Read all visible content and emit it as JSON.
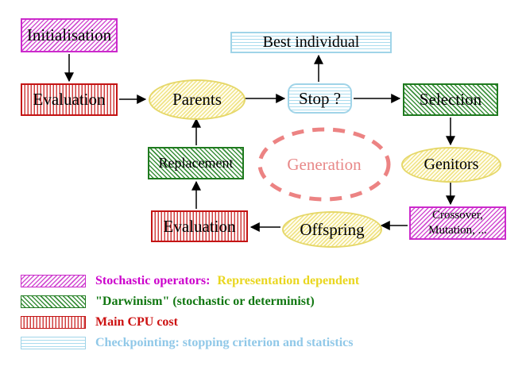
{
  "diagram": {
    "title_semantics": "Evolutionary algorithm generation loop",
    "nodes": {
      "initialisation": {
        "label": "Initialisation"
      },
      "evaluation_top": {
        "label": "Evaluation"
      },
      "parents": {
        "label": "Parents"
      },
      "best_individual": {
        "label": "Best individual"
      },
      "stop": {
        "label": "Stop ?"
      },
      "selection": {
        "label": "Selection"
      },
      "genitors": {
        "label": "Genitors"
      },
      "crossover_mutation": {
        "line1": "Crossover,",
        "line2": "Mutation, ..."
      },
      "offspring": {
        "label": "Offspring"
      },
      "evaluation_bottom": {
        "label": "Evaluation"
      },
      "replacement": {
        "label": "Replacement"
      },
      "generation": {
        "label": "Generation"
      }
    },
    "colors": {
      "magenta": "#cc2acc",
      "green": "#1f7a1f",
      "red": "#c41414",
      "cyan": "#a0d4e8",
      "yellow_fill": "#f0e386",
      "salmon_dashed": "#ec8383",
      "legend_yellow_text": "#e9d61f",
      "legend_cyan_text": "#90c8e8"
    }
  },
  "legend": {
    "items": [
      {
        "label": "Stochastic operators:",
        "label_suffix": "Representation dependent"
      },
      {
        "label": "\"Darwinism\" (stochastic or determinist)"
      },
      {
        "label": "Main CPU cost"
      },
      {
        "label": "Checkpointing: stopping criterion and statistics"
      }
    ]
  }
}
